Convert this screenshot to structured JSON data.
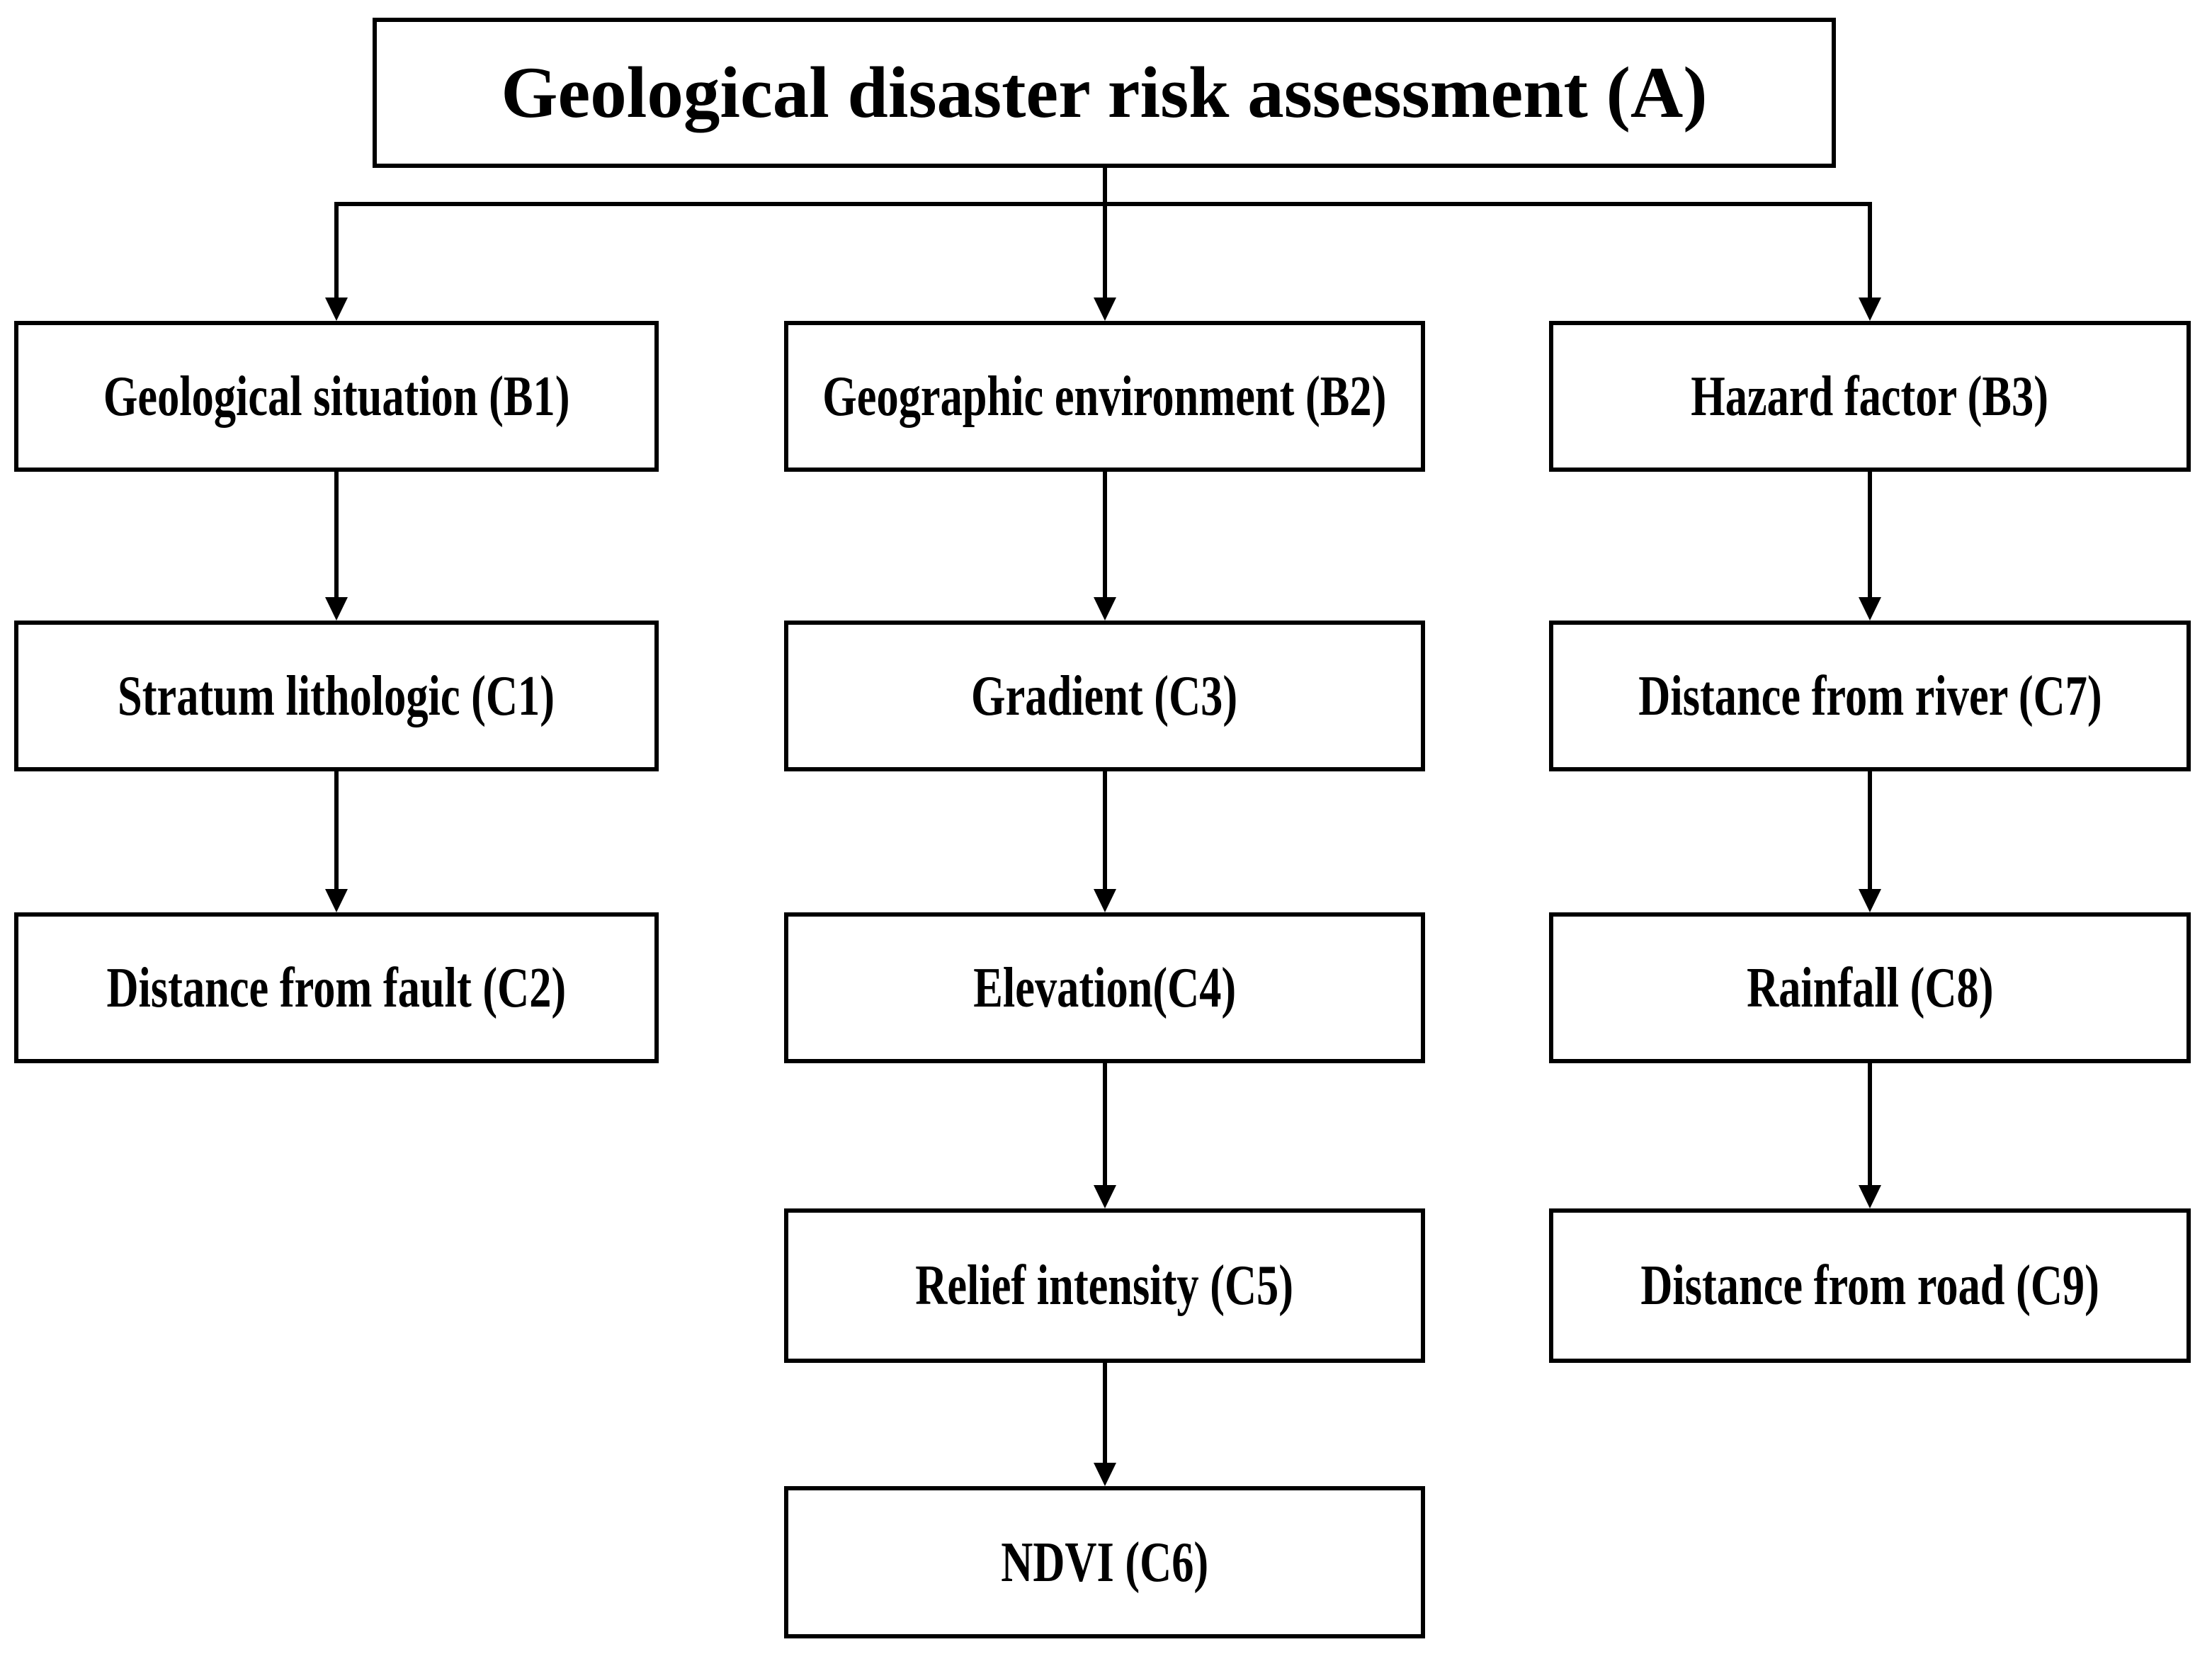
{
  "figure": {
    "type": "hierarchy-flowchart",
    "background_color": "#ffffff",
    "line_color": "#000000",
    "text_color": "#000000"
  },
  "nodes": {
    "a": {
      "id": "A",
      "level": "goal",
      "label": "Geological disaster risk assessment (A)"
    },
    "b1": {
      "id": "B1",
      "level": "criterion",
      "label": "Geological situation (B1)"
    },
    "b2": {
      "id": "B2",
      "level": "criterion",
      "label": "Geographic environment (B2)"
    },
    "b3": {
      "id": "B3",
      "level": "criterion",
      "label": "Hazard factor (B3)"
    },
    "c1": {
      "id": "C1",
      "level": "indicator",
      "label": "Stratum lithologic (C1)"
    },
    "c2": {
      "id": "C2",
      "level": "indicator",
      "label": "Distance from fault (C2)"
    },
    "c3": {
      "id": "C3",
      "level": "indicator",
      "label": "Gradient (C3)"
    },
    "c4": {
      "id": "C4",
      "level": "indicator",
      "label": "Elevation(C4)"
    },
    "c5": {
      "id": "C5",
      "level": "indicator",
      "label": "Relief intensity (C5)"
    },
    "c6": {
      "id": "C6",
      "level": "indicator",
      "label": "NDVI (C6)"
    },
    "c7": {
      "id": "C7",
      "level": "indicator",
      "label": "Distance from river (C7)"
    },
    "c8": {
      "id": "C8",
      "level": "indicator",
      "label": "Rainfall (C8)"
    },
    "c9": {
      "id": "C9",
      "level": "indicator",
      "label": "Distance from road (C9)"
    }
  },
  "edges": [
    "A->B1",
    "A->B2",
    "A->B3",
    "B1->C1",
    "C1->C2",
    "B2->C3",
    "C3->C4",
    "C4->C5",
    "C5->C6",
    "B3->C7",
    "C7->C8",
    "C8->C9"
  ]
}
